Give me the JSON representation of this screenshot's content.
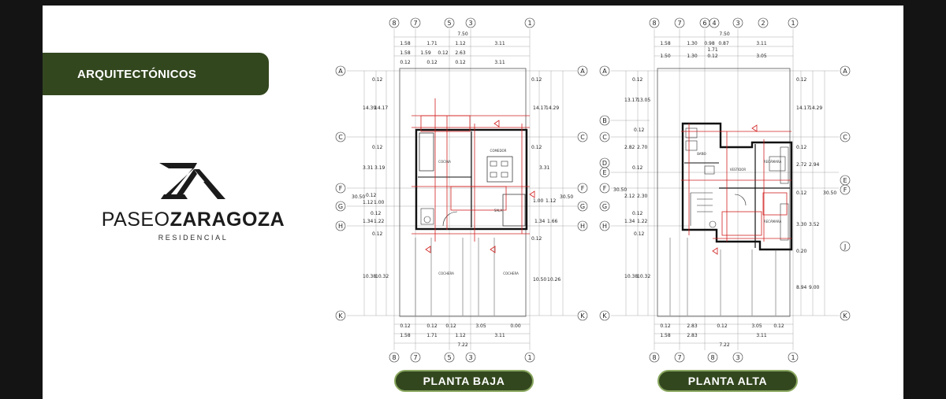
{
  "section": {
    "title": "ARQUITECTÓNICOS"
  },
  "brand": {
    "name_part1": "PASEO",
    "name_part2": "ZARAGOZA",
    "subtitle": "RESIDENCIAL"
  },
  "colors": {
    "brand_green": "#33471f",
    "label_border": "#8aa860",
    "red_lines": "#d22020"
  },
  "plans": [
    {
      "label": "PLANTA BAJA",
      "columns_top": [
        "8",
        "7",
        "5",
        "3",
        "1"
      ],
      "rows_left": [
        "A",
        "C",
        "F",
        "G",
        "H",
        "K"
      ],
      "dims_top": [
        "7.50",
        "1.58",
        "1.71",
        "1.12",
        "3.11",
        "1.58",
        "1.59",
        "0.12",
        "2.63",
        "0.12",
        "0.12",
        "0.12",
        "3.11"
      ],
      "dims_left": [
        "0.12",
        "14.39",
        "14.17",
        "0.12",
        "3.31",
        "3.19",
        "30.50",
        "0.12",
        "1.12",
        "1.00",
        "0.12",
        "1.34",
        "1.22",
        "0.12",
        "10.38",
        "10.32"
      ],
      "dims_right": [
        "0.12",
        "14.17",
        "14.29",
        "0.12",
        "3.31",
        "1.00",
        "1.12",
        "30.50",
        "1.34",
        "1.66",
        "0.12",
        "10.50",
        "10.26"
      ],
      "dims_bottom": [
        "0.12",
        "0.12",
        "0.12",
        "3.05",
        "0.00",
        "1.58",
        "1.71",
        "1.12",
        "3.11",
        "7.22"
      ],
      "rooms": [
        "COCINA",
        "COMEDOR",
        "SALA",
        "COCHERA",
        "COCHERA"
      ]
    },
    {
      "label": "PLANTA ALTA",
      "columns_top": [
        "8",
        "7",
        "6",
        "4",
        "3",
        "2",
        "1"
      ],
      "rows_left": [
        "A",
        "B",
        "C",
        "D",
        "E",
        "F",
        "G",
        "H",
        "K"
      ],
      "rows_right": [
        "A",
        "C",
        "E",
        "F",
        "J",
        "K"
      ],
      "dims_top": [
        "7.50",
        "1.58",
        "1.30",
        "0.98",
        "0.87",
        "3.11",
        "1.71",
        "1.50",
        "1.30",
        "0.12",
        "3.05"
      ],
      "dims_left": [
        "0.12",
        "13.17",
        "13.05",
        "0.12",
        "2.82",
        "2.70",
        "0.12",
        "2.12",
        "2.30",
        "30.50",
        "0.12",
        "1.34",
        "1.22",
        "0.12",
        "10.38",
        "10.32"
      ],
      "dims_right": [
        "0.12",
        "14.17",
        "14.29",
        "0.12",
        "2.72",
        "2.94",
        "0.12",
        "30.50",
        "3.30",
        "3.52",
        "0.20",
        "8.94",
        "9.00"
      ],
      "dims_bottom": [
        "0.12",
        "2.83",
        "0.12",
        "3.05",
        "0.12",
        "1.58",
        "2.83",
        "3.11",
        "7.22"
      ],
      "rooms": [
        "RECÁMARA",
        "RECÁMARA",
        "BAÑO",
        "VESTIDOR"
      ]
    }
  ]
}
